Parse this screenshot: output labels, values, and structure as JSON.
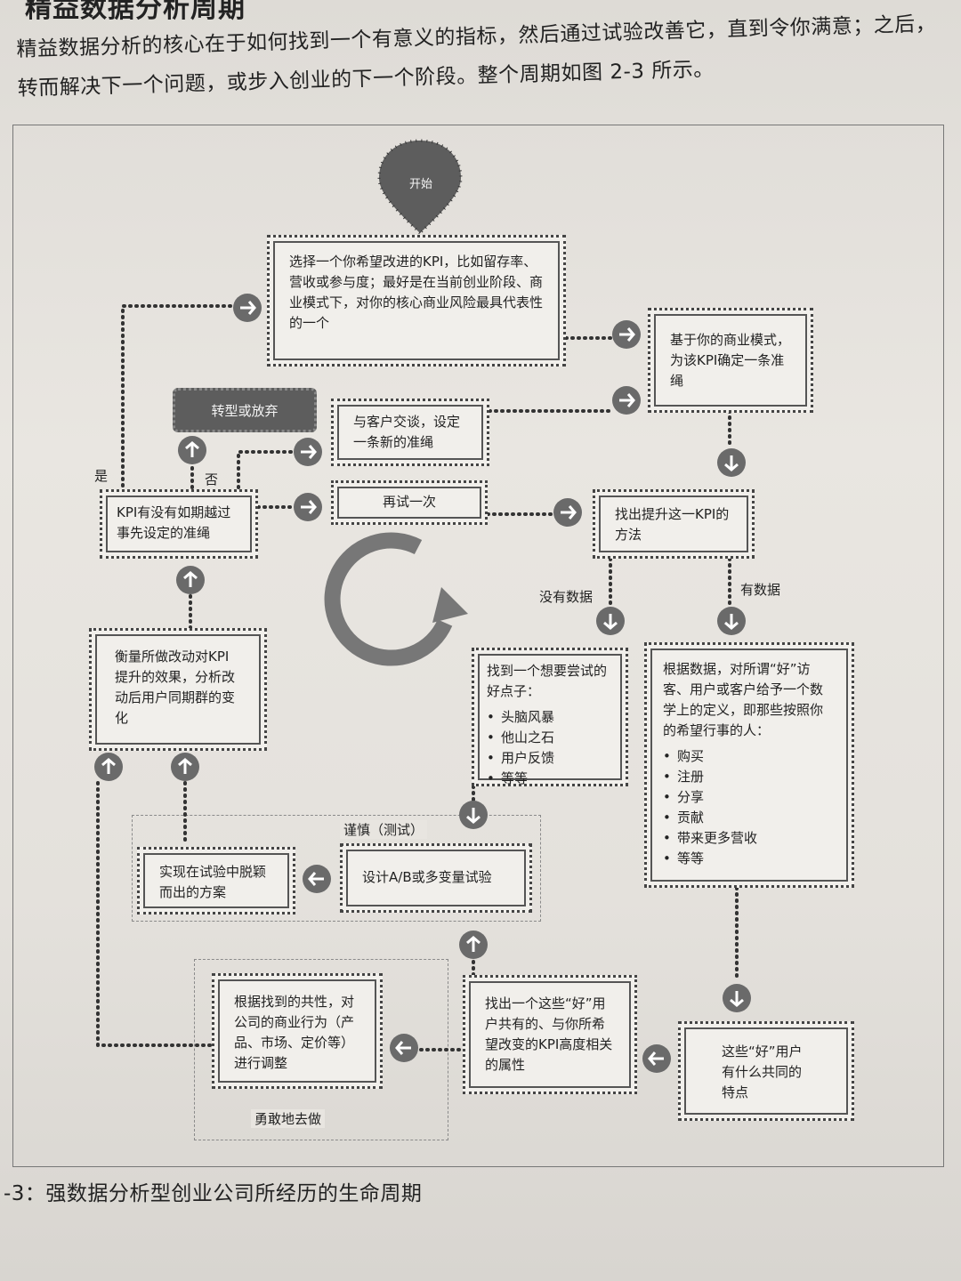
{
  "heading": "精益数据分析周期",
  "intro": "精益数据分析的核心在于如何找到一个有意义的指标，然后通过试验改善它，直到令你满意；之后，转而解决下一个问题，或步入创业的下一个阶段。整个周期如图 2-3 所示。",
  "caption": "-3：强数据分析型创业公司所经历的生命周期",
  "start": "开始",
  "nodes": {
    "choose_kpi": "选择一个你希望改进的KPI，比如留存率、营收或参与度；最好是在当前创业阶段、商业模式下，对你的核心商业风险最具代表性的一个",
    "baseline": "基于你的商业模式，为该KPI确定一条准绳",
    "pivot": "转型或放弃",
    "talk": "与客户交谈，设定一条新的准绳",
    "retry": "再试一次",
    "check": "KPI有没有如期越过事先设定的准绳",
    "find_way": "找出提升这一KPI的方法",
    "measure": "衡量所做改动对KPI提升的效果，分析改动后用户同期群的变化",
    "idea_title": "找到一个想要尝试的好点子：",
    "idea_items": [
      "头脑风暴",
      "他山之石",
      "用户反馈",
      "等等"
    ],
    "data_title": "根据数据，对所谓“好”访客、用户或客户给予一个数学上的定义，即那些按照你的希望行事的人：",
    "data_items": [
      "购买",
      "注册",
      "分享",
      "贡献",
      "带来更多营收",
      "等等"
    ],
    "winner": "实现在试验中脱颖而出的方案",
    "design": "设计A/B或多变量试验",
    "adjust": "根据找到的共性，对公司的商业行为（产品、市场、定价等）进行调整",
    "attributes": "找出一个这些“好”用户共有的、与你所希望改变的KPI高度相关的属性",
    "common": "这些“好”用户有什么共同的特点"
  },
  "labels": {
    "yes": "是",
    "no": "否",
    "no_data": "没有数据",
    "has_data": "有数据",
    "careful": "谨慎（测试）",
    "bold": "勇敢地去做"
  }
}
